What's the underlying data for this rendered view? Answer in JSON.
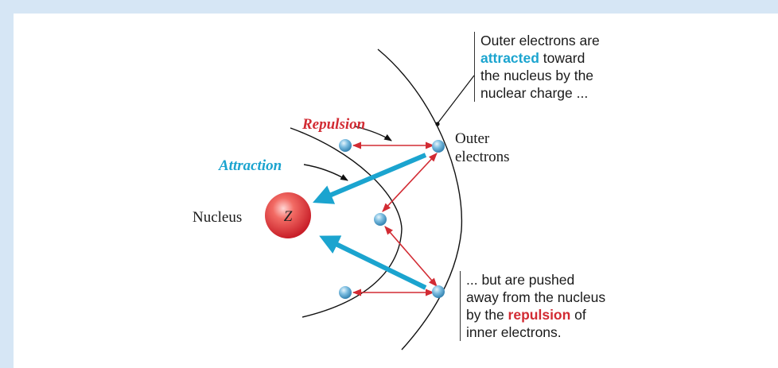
{
  "labels": {
    "nucleus": "Nucleus",
    "nuclear_charge": "Z",
    "repulsion": "Repulsion",
    "attraction": "Attraction",
    "outer_electrons_line1": "Outer",
    "outer_electrons_line2": "electrons"
  },
  "callout_top": {
    "line1": "Outer electrons are",
    "line2_highlight": "attracted",
    "line2_rest": " toward",
    "line3": "the nucleus by the",
    "line4": "nuclear charge ..."
  },
  "callout_bottom": {
    "line1": "... but are pushed",
    "line2": "away from the nucleus",
    "line3_pre": "by the ",
    "line3_highlight": "repulsion",
    "line3_post": " of",
    "line4": "inner electrons."
  },
  "colors": {
    "frame": "#d6e6f5",
    "attraction": "#1ba4cf",
    "repulsion": "#d22b33",
    "electron": "#6aaed3",
    "nucleus": "#e8383c"
  }
}
